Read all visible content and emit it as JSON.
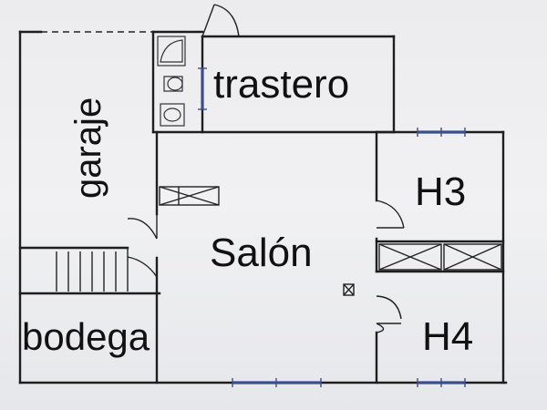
{
  "rooms": {
    "garaje": "garaje",
    "trastero": "trastero",
    "salon": "Salón",
    "h3": "H3",
    "h4": "H4",
    "bodega": "bodega"
  }
}
